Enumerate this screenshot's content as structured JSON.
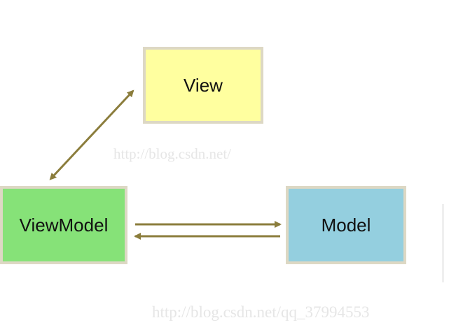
{
  "diagram": {
    "nodes": {
      "view": {
        "label": "View",
        "fill": "#ffff9f"
      },
      "viewmodel": {
        "label": "ViewModel",
        "fill": "#86e278"
      },
      "model": {
        "label": "Model",
        "fill": "#94cfdf"
      }
    },
    "edges": [
      {
        "from": "View",
        "to": "ViewModel",
        "direction": "bidirectional"
      },
      {
        "from": "ViewModel",
        "to": "Model",
        "direction": "one-way"
      },
      {
        "from": "Model",
        "to": "ViewModel",
        "direction": "one-way"
      }
    ],
    "colors": {
      "box_border": "#ddd8c4",
      "arrow": "#8b7d3c"
    }
  },
  "watermarks": {
    "top": "http://blog.csdn.net/",
    "bottom": "http://blog.csdn.net/qq_37994553"
  }
}
